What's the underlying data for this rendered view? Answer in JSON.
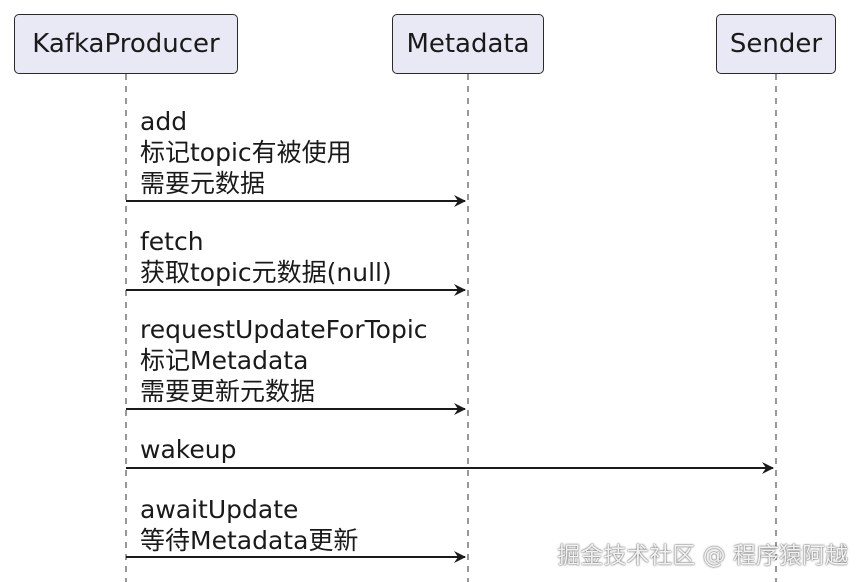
{
  "participants": {
    "kafka": "KafkaProducer",
    "metadata": "Metadata",
    "sender": "Sender"
  },
  "messages": {
    "add": {
      "lines": [
        "add",
        "标记topic有被使用",
        "需要元数据"
      ],
      "from": "KafkaProducer",
      "to": "Metadata"
    },
    "fetch": {
      "lines": [
        "fetch",
        "获取topic元数据(null)"
      ],
      "from": "KafkaProducer",
      "to": "Metadata"
    },
    "request": {
      "lines": [
        "requestUpdateForTopic",
        "标记Metadata",
        "需要更新元数据"
      ],
      "from": "KafkaProducer",
      "to": "Metadata"
    },
    "wakeup": {
      "lines": [
        "wakeup"
      ],
      "from": "KafkaProducer",
      "to": "Sender"
    },
    "await": {
      "lines": [
        "awaitUpdate",
        "等待Metadata更新"
      ],
      "from": "KafkaProducer",
      "to": "Metadata"
    }
  },
  "watermark": "掘金技术社区 @ 程序猿阿越",
  "colors": {
    "participant_fill": "#e9e9f6",
    "line": "#1a1a1a"
  }
}
